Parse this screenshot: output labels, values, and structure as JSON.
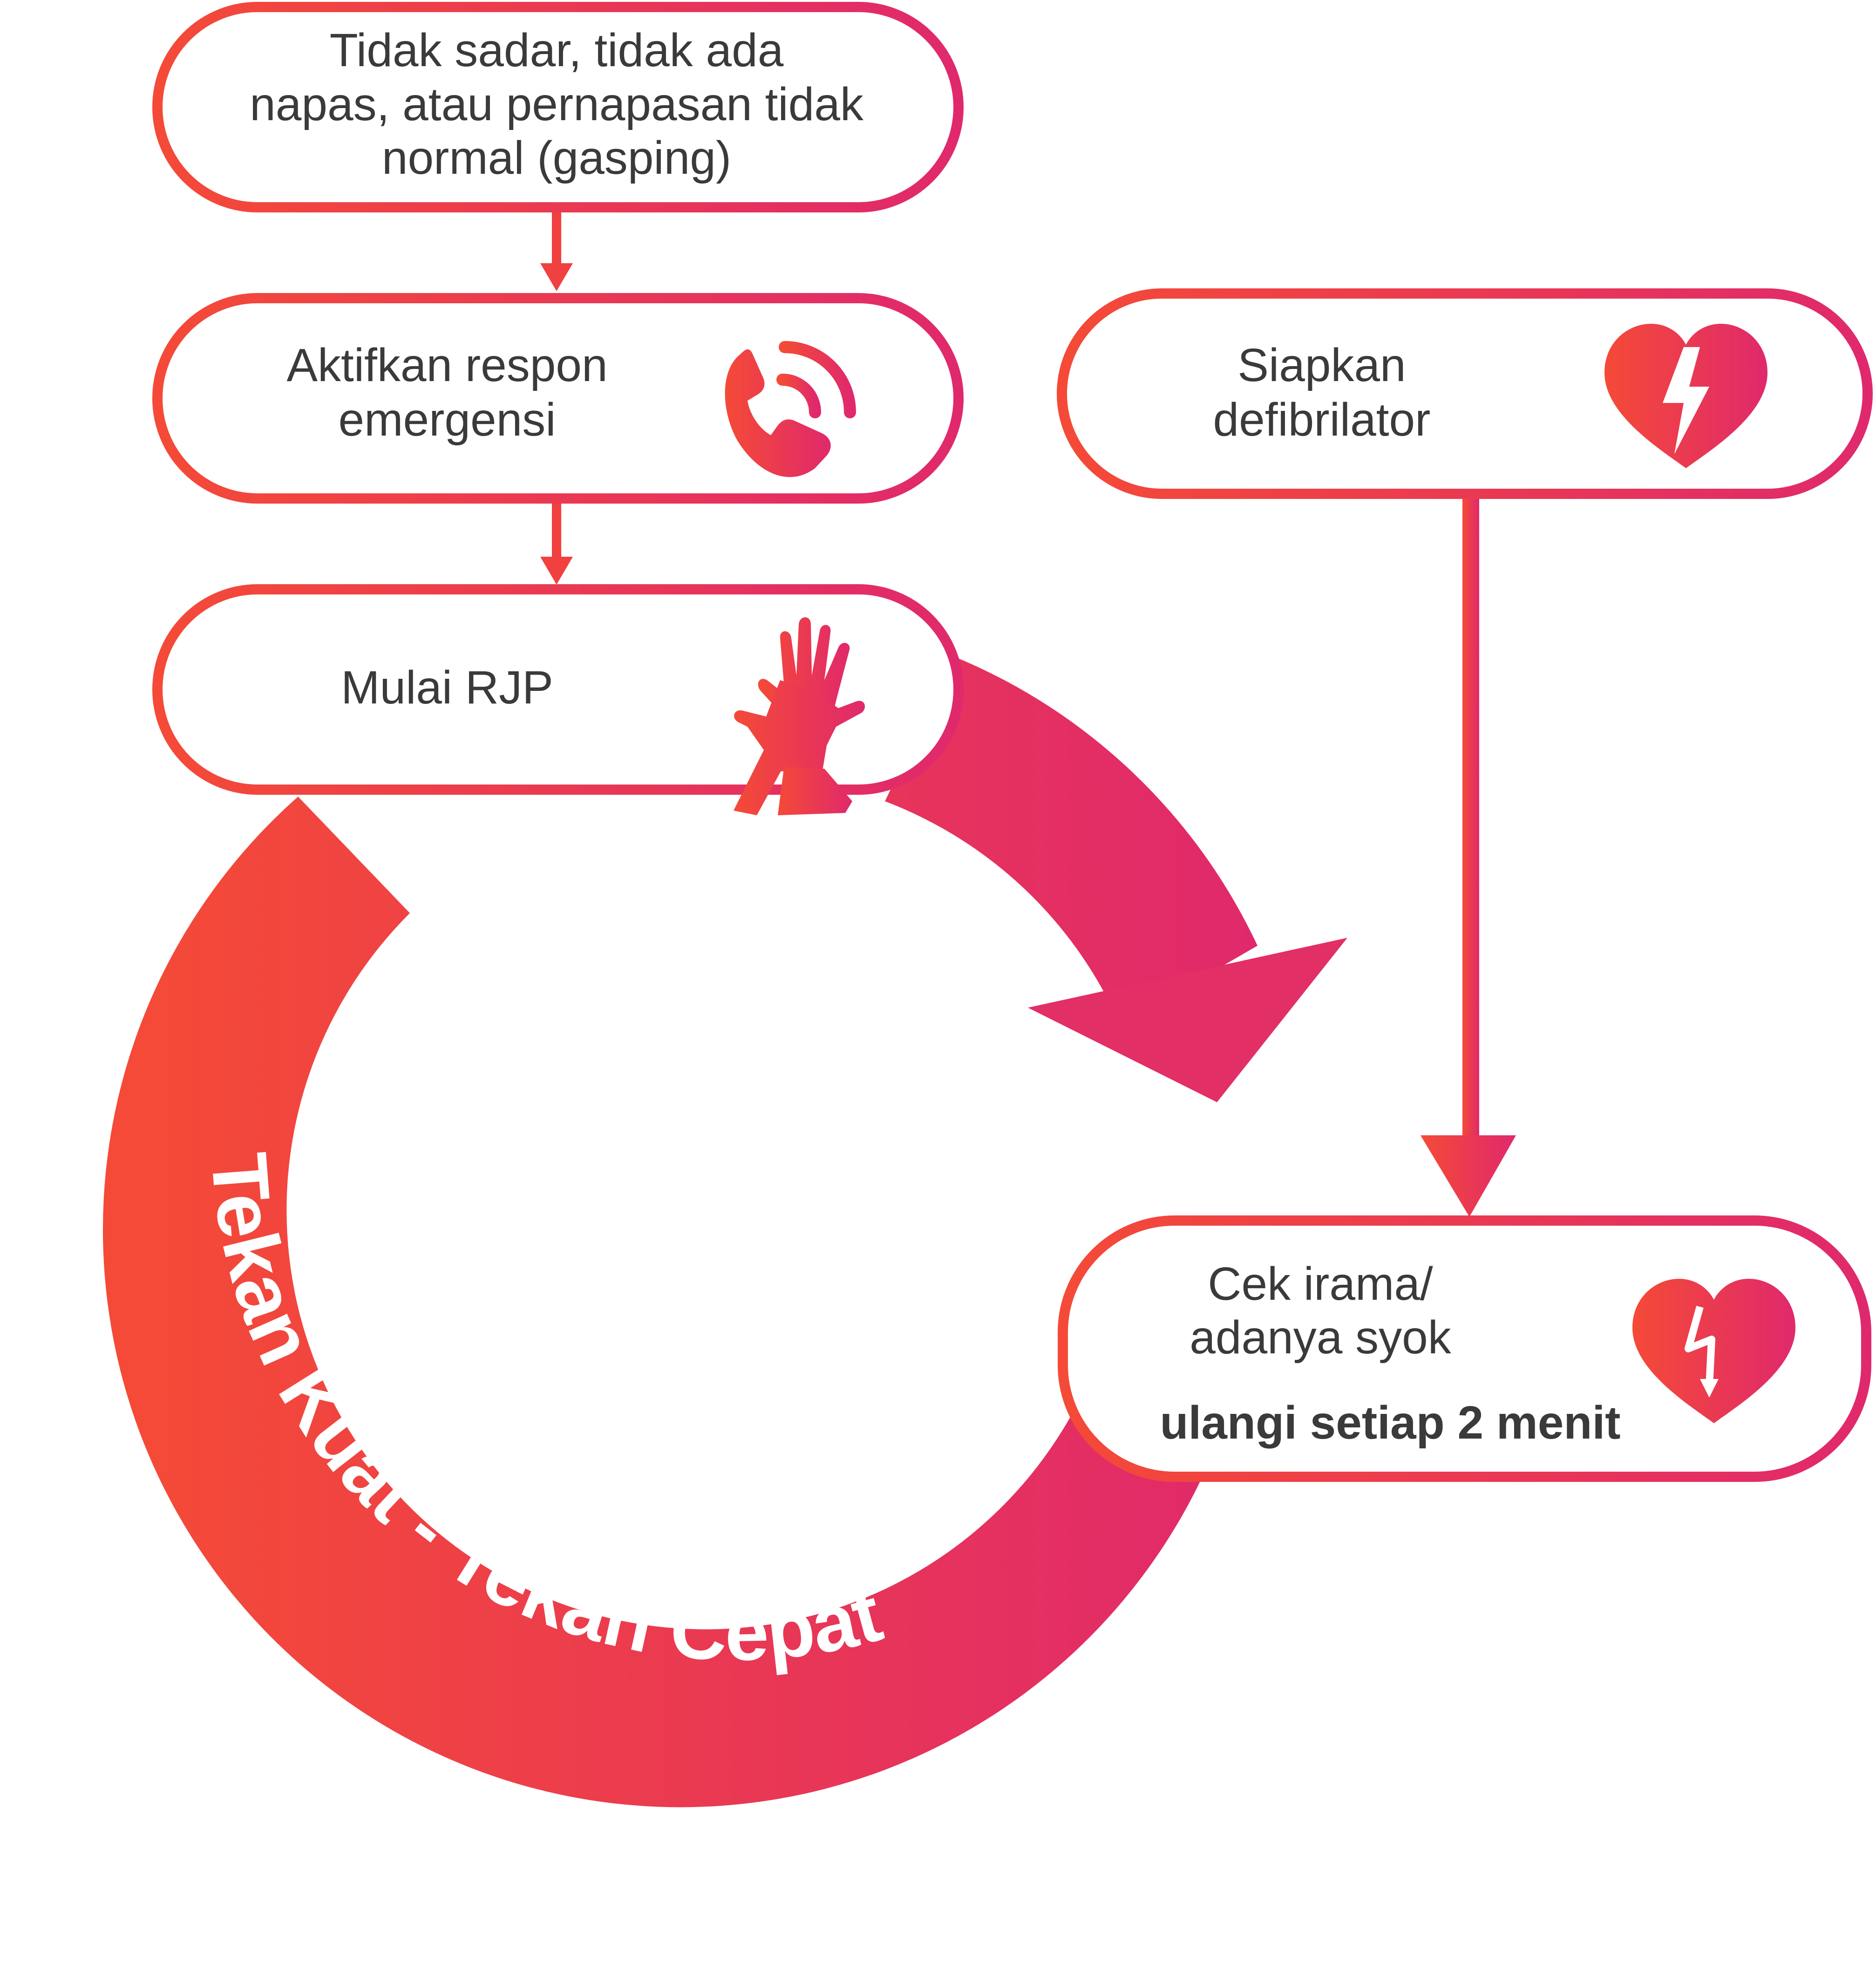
{
  "diagram": {
    "colors": {
      "gradient_start": "#f44a37",
      "gradient_end": "#e0296c",
      "text": "#3a3a3a",
      "background": "#ffffff",
      "ring_label": "#ffffff"
    },
    "boxes": {
      "unresponsive": {
        "lines": [
          "Tidak sadar, tidak ada",
          "napas, atau pernapasan tidak",
          "normal (gasping)"
        ]
      },
      "activate": {
        "lines": [
          "Aktifkan respon",
          "emergensi"
        ],
        "icon": "phone-call-icon"
      },
      "start_cpr": {
        "lines": [
          "Mulai RJP"
        ],
        "icon": "cpr-hands-icon"
      },
      "defib": {
        "lines": [
          "Siapkan",
          "defibrilator"
        ],
        "icon": "heart-bolt-icon"
      },
      "rhythm": {
        "lines": [
          "Cek irama/",
          "adanya syok"
        ],
        "bold_line": "ulangi setiap 2 menit",
        "icon": "heart-shock-icon"
      }
    },
    "ring_label": "Tekan Kuat - Tekan Cepat"
  }
}
